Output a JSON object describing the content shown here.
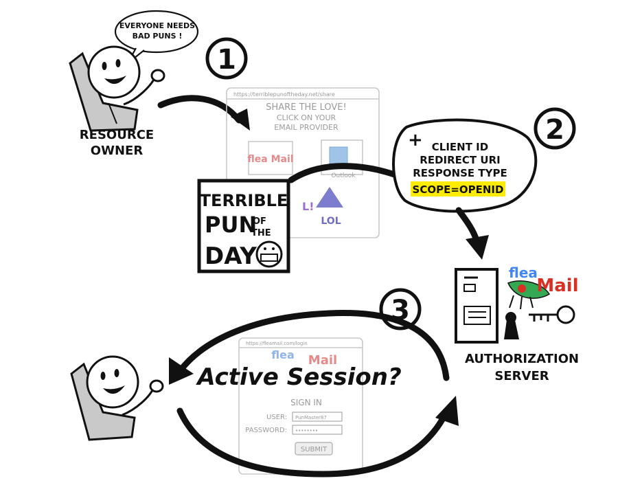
{
  "speech_bubble": {
    "line1": "EVERYONE NEEDS",
    "line2": "BAD PUNS !"
  },
  "steps": {
    "step1": "1",
    "step2": "2",
    "step3": "3"
  },
  "resource_owner": {
    "line1": "RESOURCE",
    "line2": "OWNER"
  },
  "share_page": {
    "url": "https://terriblepunoftheday.net/share",
    "heading1": "SHARE THE LOVE!",
    "heading2": "CLICK ON YOUR",
    "heading3": "EMAIL PROVIDER",
    "provider_fleamail": "flea Mail",
    "provider_outlook": "Outlook",
    "provider_lol_short": "L!",
    "provider_lol": "LOL"
  },
  "pun_logo": {
    "line1": "TERRIBLE",
    "line2": "PUN",
    "line2b_of": "OF",
    "line2b_the": "THE",
    "line3": "DAY"
  },
  "request_params": {
    "plus": "+",
    "client_id": "CLIENT ID",
    "redirect_uri": "REDIRECT URI",
    "response_type": "RESPONSE TYPE",
    "scope": "SCOPE=OPENID"
  },
  "fleamail_logo": {
    "flea": "flea",
    "mail": "Mail"
  },
  "auth_server": {
    "line1": "AUTHORIZATION",
    "line2": "SERVER"
  },
  "login_page": {
    "url": "https://fleamail.com/login",
    "logo_flea": "flea",
    "logo_mail": "Mail",
    "sign_in": "SIGN IN",
    "user_label": "USER:",
    "user_value": "PunMaster87",
    "password_label": "PASSWORD:",
    "password_value": "••••••••",
    "submit": "SUBMIT"
  },
  "active_session": "Active Session?",
  "colors": {
    "highlight": "#ffec00",
    "chair": "#c9c9c9",
    "mail_red": "#d93025",
    "mail_blue": "#4285f4",
    "mail_green": "#34a853",
    "mail_yellow": "#fbbc05",
    "ink": "#111111"
  }
}
